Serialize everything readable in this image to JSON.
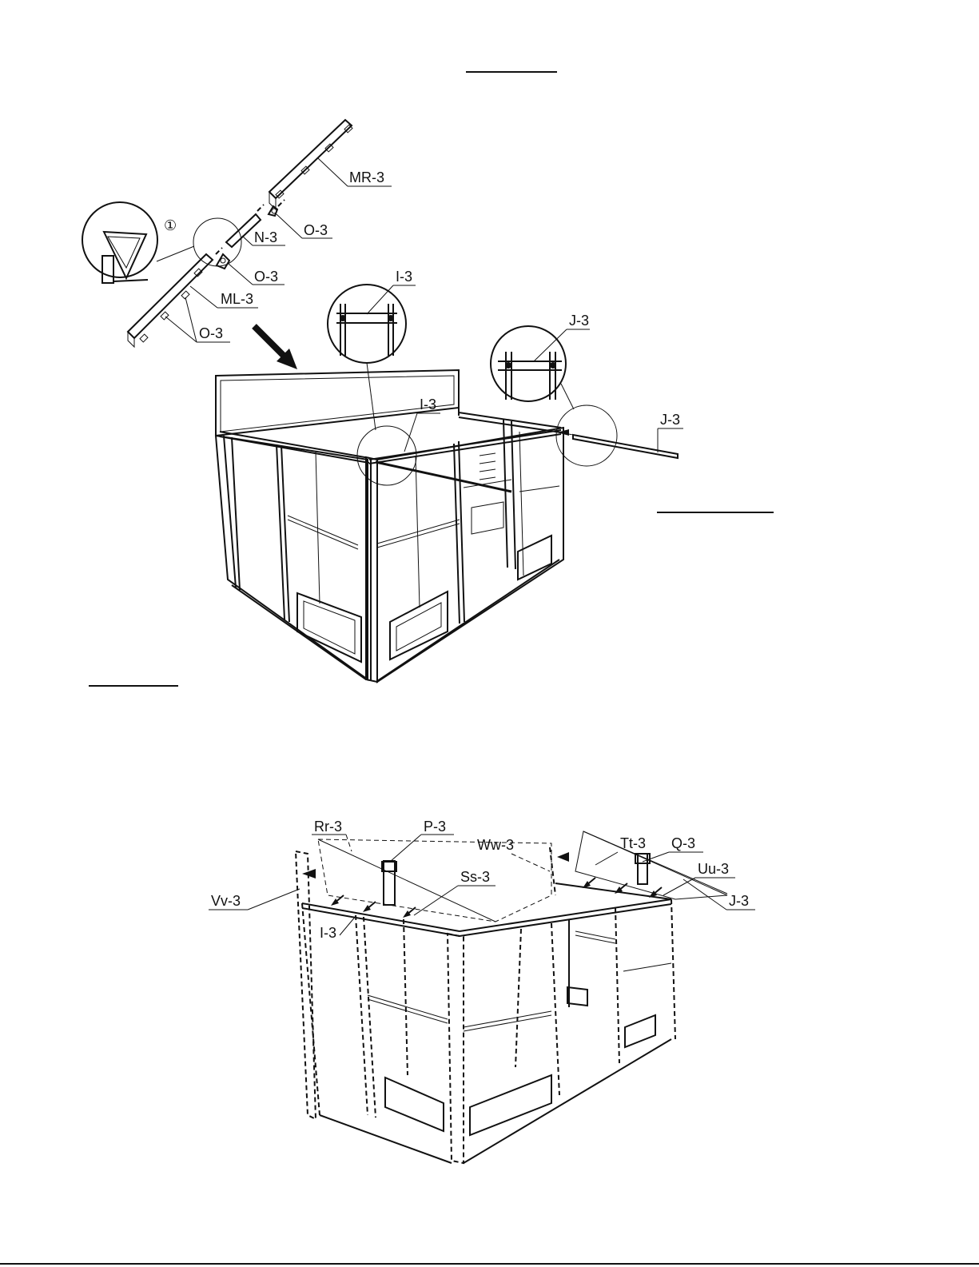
{
  "colors": {
    "ink": "#111111",
    "paper": "#ffffff"
  },
  "upper_assembly": {
    "callout_marker": "①",
    "labels": {
      "mr": "MR-3",
      "o_top": "O-3",
      "n": "N-3",
      "o_mid": "O-3",
      "ml": "ML-3",
      "o_bottom": "O-3",
      "i_detail": "I-3",
      "i_frame": "I-3",
      "j_detail": "J-3",
      "j_frame": "J-3"
    }
  },
  "lower_assembly": {
    "labels": {
      "rr": "Rr-3",
      "p": "P-3",
      "ww": "Ww-3",
      "tt": "Tt-3",
      "q": "Q-3",
      "uu": "Uu-3",
      "vv": "Vv-3",
      "ss": "Ss-3",
      "i": "I-3",
      "j": "J-3"
    }
  }
}
